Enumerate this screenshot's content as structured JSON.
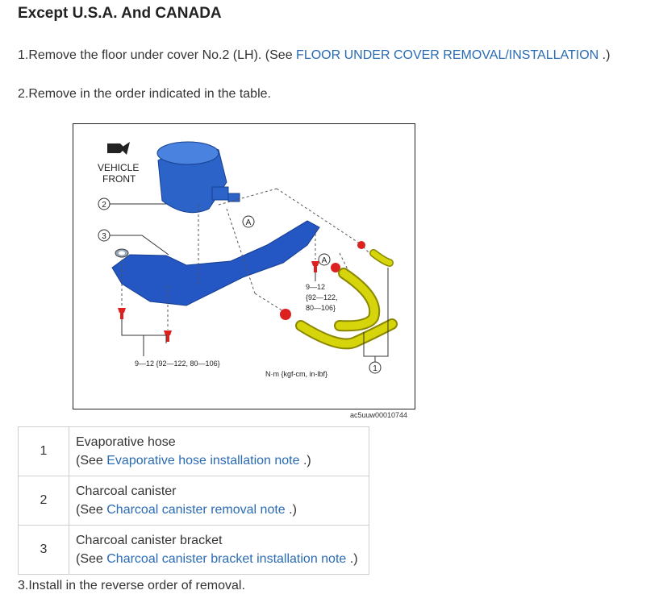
{
  "heading": "Except U.S.A. And CANADA",
  "step1": {
    "prefix": "1.Remove the floor under cover No.2 (LH). (See ",
    "link": "FLOOR UNDER COVER REMOVAL/INSTALLATION",
    "suffix": " .)"
  },
  "step2": "2.Remove in the order indicated in the table.",
  "figure": {
    "vehicle_front_line1": "VEHICLE",
    "vehicle_front_line2": "FRONT",
    "callout_1": "1",
    "callout_2": "2",
    "callout_3": "3",
    "callout_a": "A",
    "torque_left": "9—12 {92—122, 80—106}",
    "torque_right_line1": "9—12",
    "torque_right_line2": "{92—122,",
    "torque_right_line3": "80—106}",
    "units": "N·m {kgf-cm, in-lbf}",
    "figure_id": "ac5uuw00010744",
    "colors": {
      "canister": "#2b63c9",
      "bracket": "#2457c4",
      "hose": "#d6d40a",
      "clamp": "#dd2020"
    }
  },
  "table": {
    "rows": [
      {
        "num": "1",
        "name": "Evaporative hose",
        "see_prefix": "(See ",
        "link": "Evaporative hose installation note",
        "see_suffix": " .)"
      },
      {
        "num": "2",
        "name": "Charcoal canister",
        "see_prefix": "(See ",
        "link": "Charcoal canister removal note",
        "see_suffix": " .)"
      },
      {
        "num": "3",
        "name": "Charcoal canister bracket",
        "see_prefix": "(See ",
        "link": "Charcoal canister bracket installation note",
        "see_suffix": " .)"
      }
    ]
  },
  "step3": "3.Install in the reverse order of removal."
}
